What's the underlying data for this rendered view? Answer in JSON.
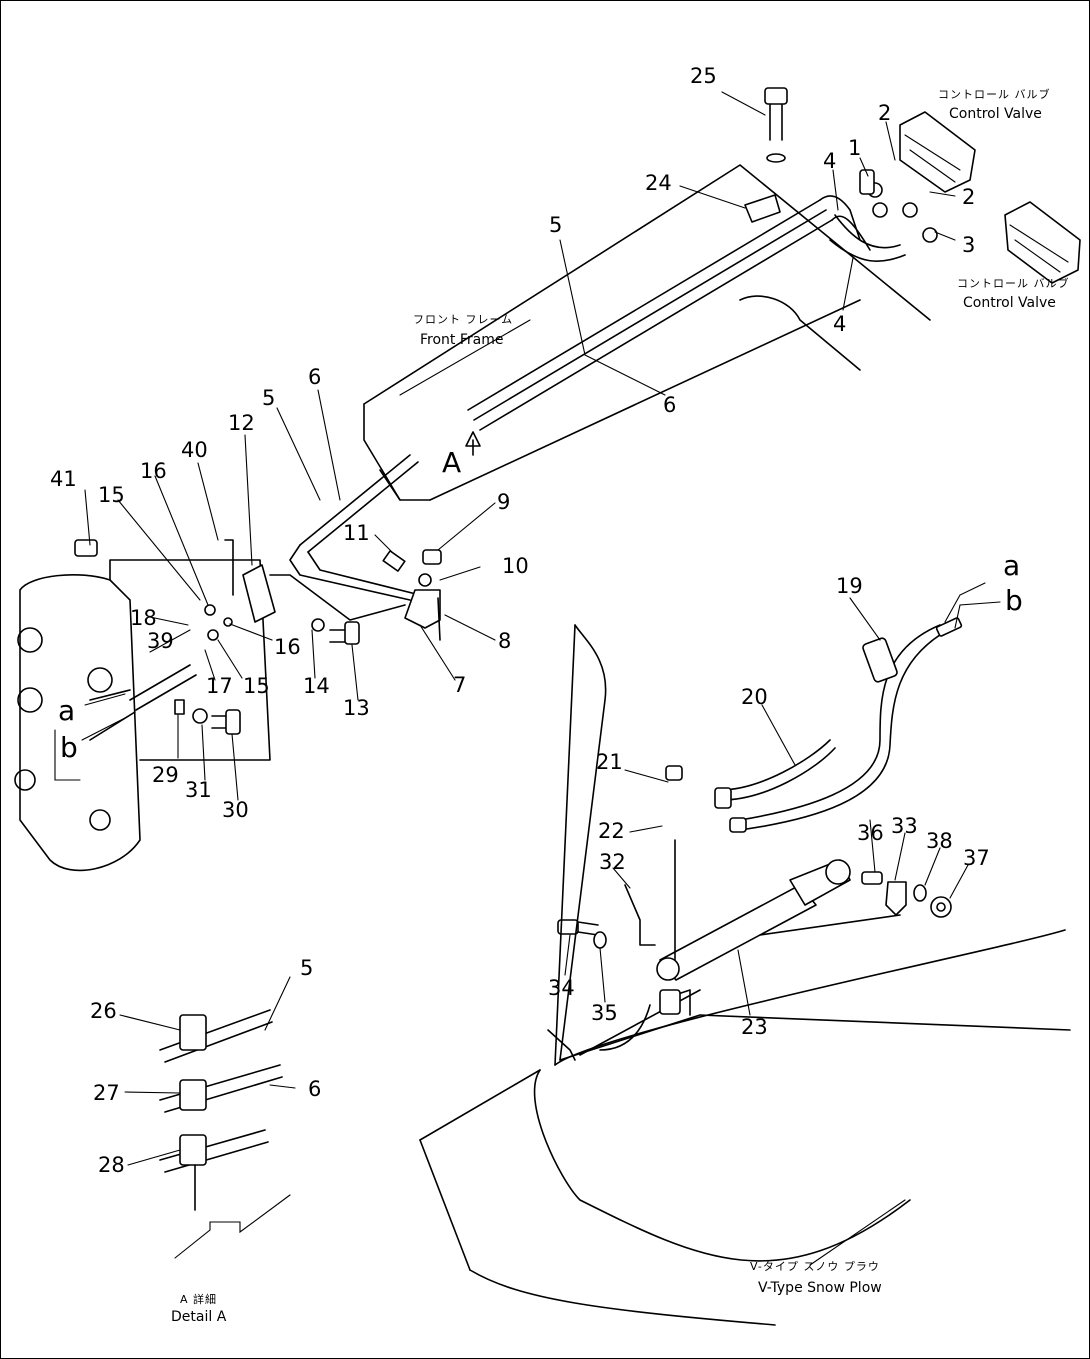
{
  "labels": {
    "control_valve_top_jp": "コントロール バルブ",
    "control_valve_top_en": "Control Valve",
    "control_valve_right_jp": "コントロール バルブ",
    "control_valve_right_en": "Control Valve",
    "front_frame_jp": "フロント フレーム",
    "front_frame_en": "Front Frame",
    "view_marker": "A",
    "detail_jp": "A 詳細",
    "detail_en": "Detail A",
    "snow_plow_jp": "V-タイプ スノウ プラウ",
    "snow_plow_en": "V-Type Snow Plow",
    "a_left": "a",
    "b_left": "b",
    "a_right": "a",
    "b_right": "b"
  },
  "callouts": {
    "n1": "1",
    "n2a": "2",
    "n2b": "2",
    "n3": "3",
    "n4a": "4",
    "n4b": "4",
    "n5a": "5",
    "n5b": "5",
    "n5c": "5",
    "n6a": "6",
    "n6b": "6",
    "n6c": "6",
    "n7": "7",
    "n8": "8",
    "n9": "9",
    "n10": "10",
    "n11": "11",
    "n12": "12",
    "n13": "13",
    "n14": "14",
    "n15a": "15",
    "n15b": "15",
    "n16a": "16",
    "n16b": "16",
    "n17": "17",
    "n18": "18",
    "n19": "19",
    "n20": "20",
    "n21": "21",
    "n22": "22",
    "n23": "23",
    "n24": "24",
    "n25": "25",
    "n26": "26",
    "n27": "27",
    "n28": "28",
    "n29": "29",
    "n30": "30",
    "n31": "31",
    "n32": "32",
    "n33": "33",
    "n34": "34",
    "n35": "35",
    "n36": "36",
    "n37": "37",
    "n38": "38",
    "n39": "39",
    "n40": "40",
    "n41": "41"
  }
}
